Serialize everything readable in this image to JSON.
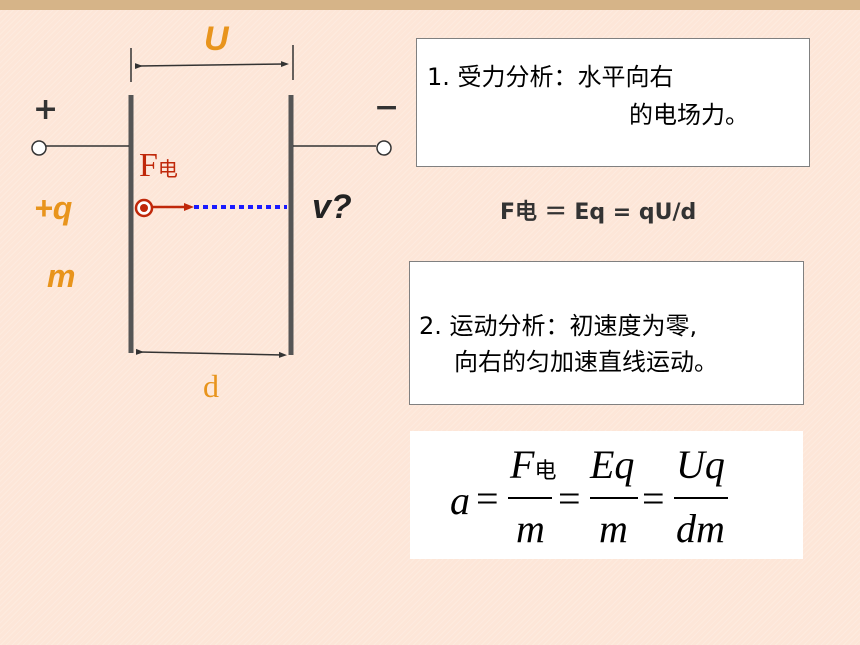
{
  "diagram": {
    "voltage_label": "U",
    "plus_sign": "+",
    "minus_sign": "−",
    "charge_label": "+q",
    "mass_label": "m",
    "force_label_main": "F",
    "force_label_sub": "电",
    "velocity_label": "v?",
    "distance_label": "d",
    "colors": {
      "orange": "#e8941c",
      "plate": "#555555",
      "force_red": "#c0280a",
      "dotted_blue": "#1a1aff"
    }
  },
  "force_analysis": {
    "line1": "1. 受力分析：水平向右",
    "line2": "的电场力。"
  },
  "force_equation": "F电 ＝ Eq = qU/d",
  "motion_analysis": {
    "line1": "2. 运动分析：初速度为零,",
    "line2": "向右的匀加速直线运动。"
  },
  "formula": {
    "lhs": "a",
    "eq": "=",
    "frac1_num": "F",
    "frac1_num_sub": "电",
    "frac1_den": "m",
    "frac2_num": "Eq",
    "frac2_den": "m",
    "frac3_num": "Uq",
    "frac3_den": "dm"
  }
}
